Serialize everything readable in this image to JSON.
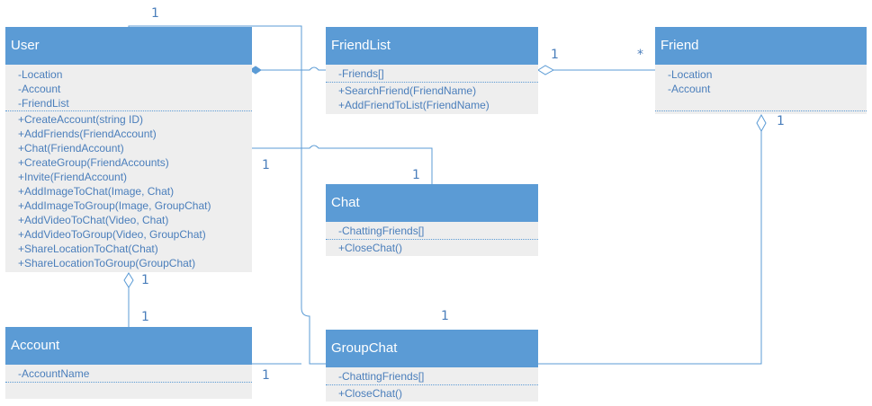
{
  "classes": {
    "user": {
      "name": "User",
      "attributes": [
        "-Location",
        "-Account",
        "-FriendList"
      ],
      "methods": [
        "+CreateAccount(string ID)",
        "+AddFriends(FriendAccount)",
        "+Chat(FriendAccount)",
        "+CreateGroup(FriendAccounts)",
        "+Invite(FriendAccount)",
        "+AddImageToChat(Image, Chat)",
        "+AddImageToGroup(Image, GroupChat)",
        "+AddVideoToChat(Video, Chat)",
        "+AddVideoToGroup(Video, GroupChat)",
        "+ShareLocationToChat(Chat)",
        "+ShareLocationToGroup(GroupChat)"
      ]
    },
    "friendlist": {
      "name": "FriendList",
      "attributes": [
        "-Friends[]"
      ],
      "methods": [
        "+SearchFriend(FriendName)",
        "+AddFriendToList(FriendName)"
      ]
    },
    "friend": {
      "name": "Friend",
      "attributes": [
        "-Location",
        "-Account"
      ],
      "methods": []
    },
    "chat": {
      "name": "Chat",
      "attributes": [
        "-ChattingFriends[]"
      ],
      "methods": [
        "+CloseChat()"
      ]
    },
    "account": {
      "name": "Account",
      "attributes": [
        "-AccountName"
      ],
      "methods": []
    },
    "groupchat": {
      "name": "GroupChat",
      "attributes": [
        "-ChattingFriends[]"
      ],
      "methods": [
        "+CloseChat()"
      ]
    }
  },
  "multiplicities": {
    "user_top": "1",
    "friendlist_friend_near": "1",
    "friendlist_friend_far": "*",
    "friend_bottom": "1",
    "user_chat": "1",
    "chat_top": "1",
    "user_account_upper": "1",
    "user_account_lower": "1",
    "groupchat_top": "1",
    "account_right": "1"
  },
  "colors": {
    "header": "#5b9bd5",
    "body": "#eeeeee",
    "line": "#5b9bd5",
    "text": "#4a7ebb"
  }
}
